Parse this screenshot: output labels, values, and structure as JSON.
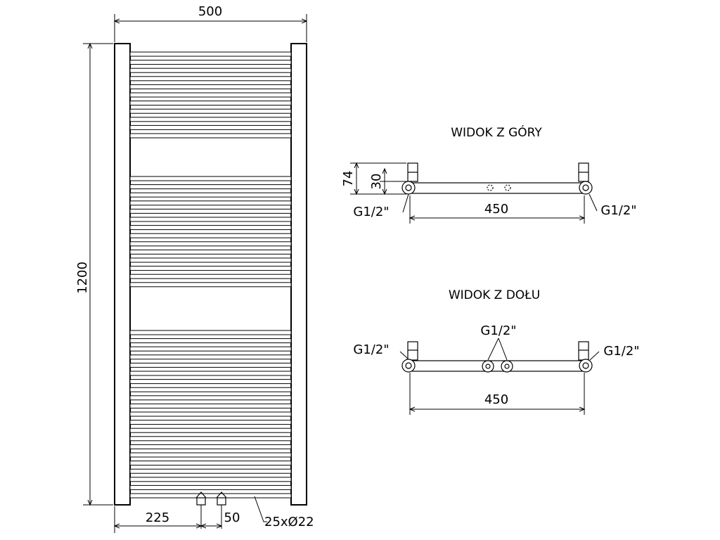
{
  "front_view": {
    "width_label": "500",
    "height_label": "1200",
    "offset_label": "225",
    "spacing_label": "50",
    "tube_label": "25xØ22"
  },
  "top_view": {
    "title": "WIDOK Z GÓRY",
    "depth_label": "74",
    "axis_label": "30",
    "left_conn_label": "G1/2\"",
    "right_conn_label": "G1/2\"",
    "width_label": "450"
  },
  "bottom_view": {
    "title": "WIDOK Z DOŁU",
    "middle_conn_label": "G1/2\"",
    "left_conn_label": "G1/2\"",
    "right_conn_label": "G1/2\"",
    "width_label": "450"
  }
}
